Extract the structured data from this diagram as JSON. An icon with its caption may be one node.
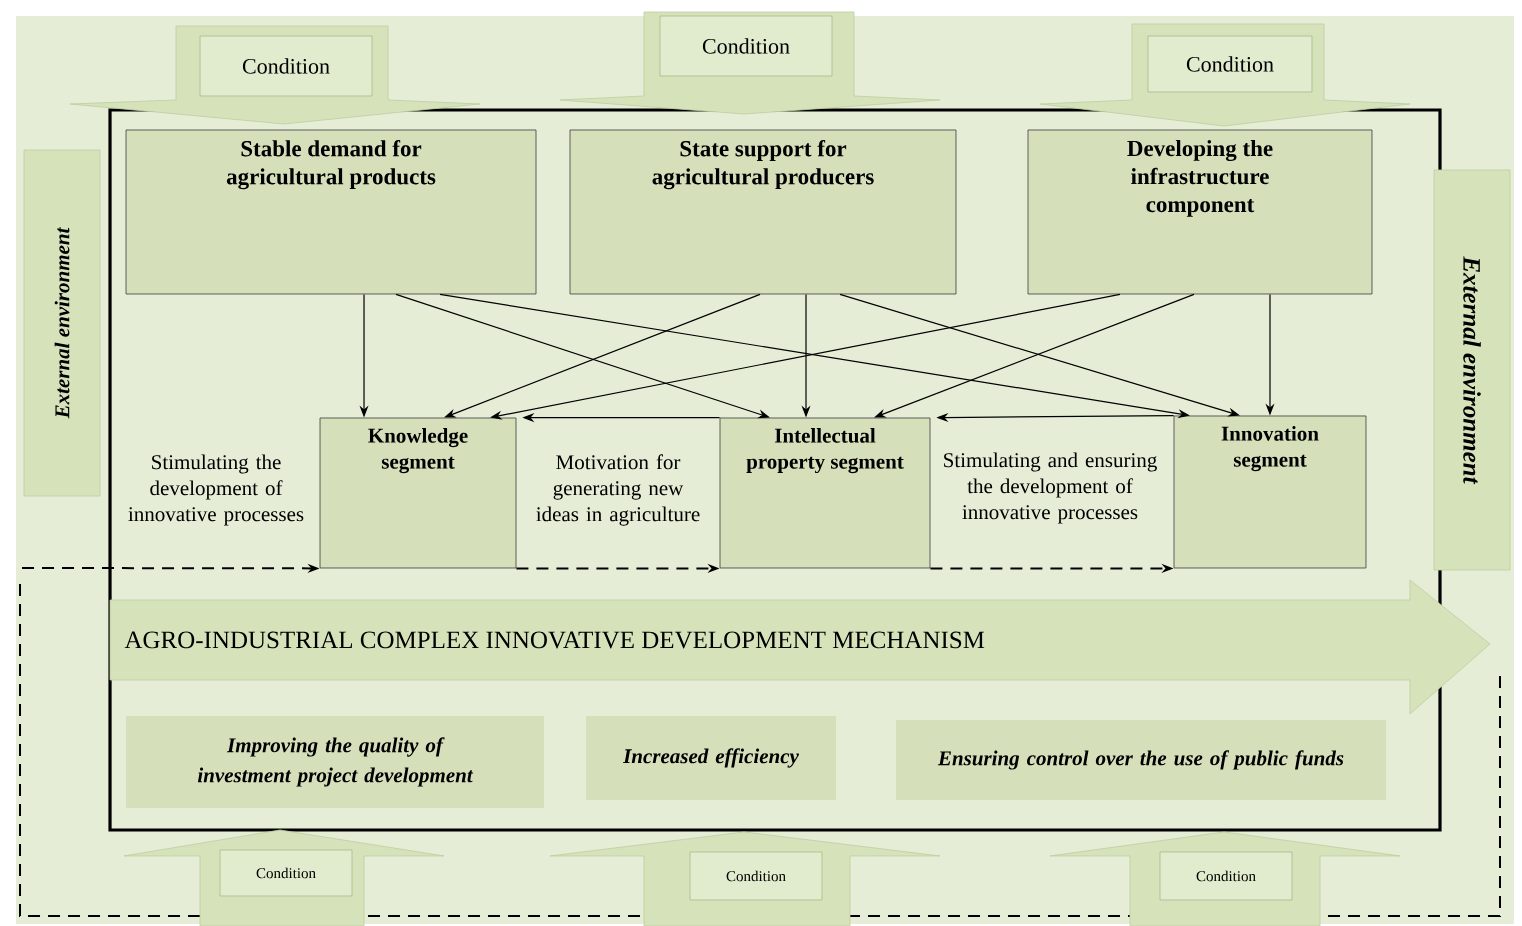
{
  "diagram": {
    "nodes": [
      {
        "text": [
          "Condition"
        ]
      },
      {
        "text": [
          "Condition"
        ]
      },
      {
        "text": [
          "Condition"
        ]
      },
      {
        "text": [
          "External environment"
        ]
      },
      {
        "text": [
          "External environment"
        ]
      },
      {
        "text": [
          "Stable demand for agricultural products"
        ]
      },
      {
        "text": [
          "State support for agricultural producers"
        ]
      },
      {
        "text": [
          "Developing the infrastructure component"
        ]
      },
      {
        "text": [
          "Knowledge segment"
        ]
      },
      {
        "text": [
          "Intellectual property segment"
        ]
      },
      {
        "text": [
          "Innovation segment"
        ]
      },
      {
        "text": [
          "AGRO-INDUSTRIAL COMPLEX INNOVATIVE DEVELOPMENT MECHANISM"
        ]
      },
      {
        "text": [
          "Improving the quality of investment project development"
        ]
      },
      {
        "text": [
          "Increased efficiency"
        ]
      },
      {
        "text": [
          "Ensuring control over the use of public funds"
        ]
      },
      {
        "text": [
          "Condition"
        ]
      },
      {
        "text": [
          "Condition"
        ]
      },
      {
        "text": [
          "Condition"
        ]
      }
    ],
    "edges": [
      {
        "from": 5,
        "to": 8,
        "arrow": "to"
      },
      {
        "from": 5,
        "to": 9,
        "arrow": "to"
      },
      {
        "from": 5,
        "to": 10,
        "arrow": "to"
      },
      {
        "from": 6,
        "to": 8,
        "arrow": "to"
      },
      {
        "from": 6,
        "to": 9,
        "arrow": "to"
      },
      {
        "from": 6,
        "to": 10,
        "arrow": "to"
      },
      {
        "from": 7,
        "to": 8,
        "arrow": "to"
      },
      {
        "from": 7,
        "to": 9,
        "arrow": "to"
      },
      {
        "from": 7,
        "to": 10,
        "arrow": "to"
      },
      {
        "from": null,
        "to": 8,
        "arrow": "to",
        "style": "dashed",
        "label": "Stimulating the development of innovative processes"
      },
      {
        "from": 8,
        "to": 9,
        "arrow": "to",
        "style": "dashed",
        "label": "Motivation for generating new ideas in agriculture"
      },
      {
        "from": 9,
        "to": 10,
        "arrow": "to",
        "style": "dashed",
        "label": "Stimulating and ensuring the development of innovative processes"
      },
      {
        "from": 9,
        "to": 8,
        "arrow": "to"
      },
      {
        "from": 10,
        "to": 9,
        "arrow": "to"
      }
    ]
  }
}
